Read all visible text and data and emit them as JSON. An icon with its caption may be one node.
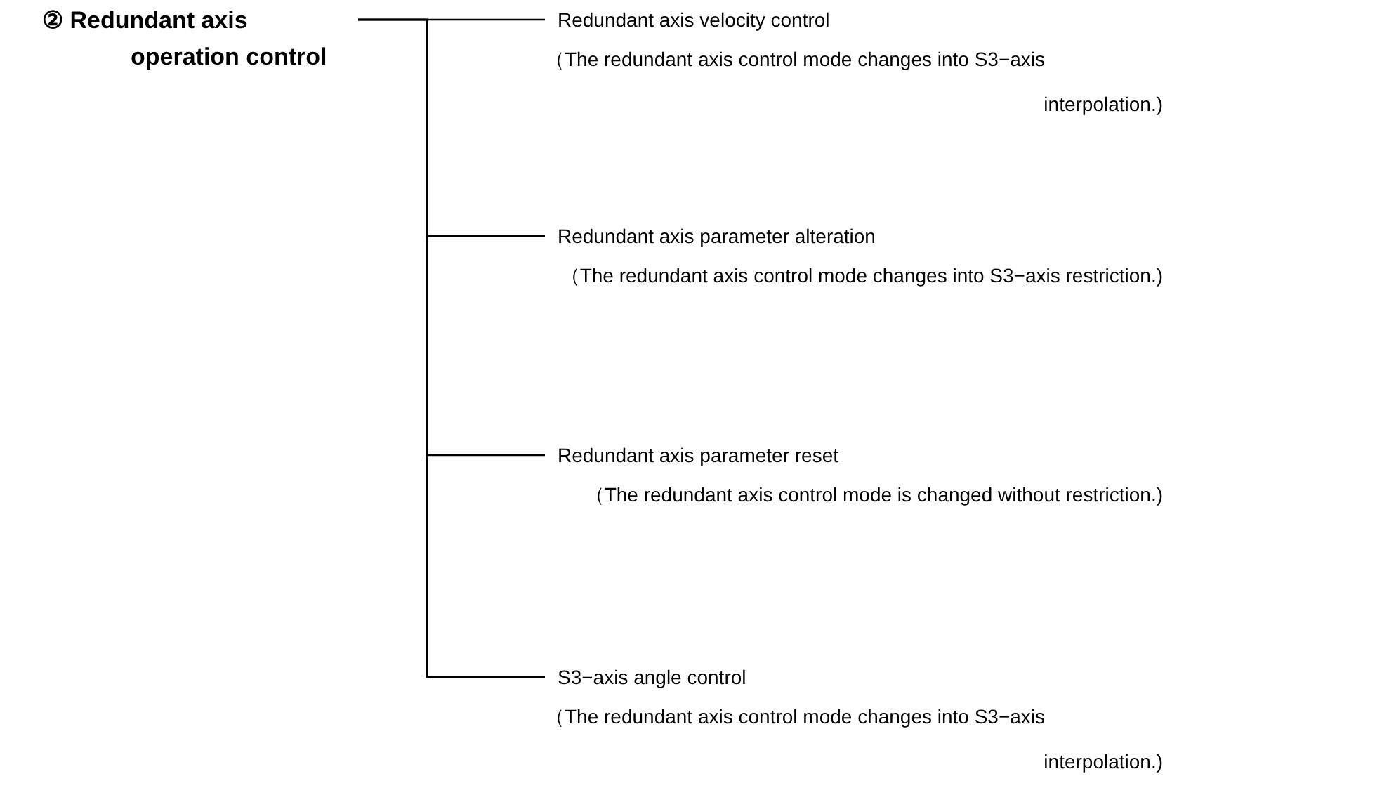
{
  "diagram": {
    "nodes": [
      {
        "text": [
          "② Redundant axis operation control"
        ]
      },
      {
        "text": [
          "Redundant axis velocity control",
          "（The redundant axis control mode changes into S3−axis interpolation.)"
        ]
      },
      {
        "text": [
          "Redundant axis parameter alteration",
          "（The redundant axis control mode changes into S3−axis restriction.)"
        ]
      },
      {
        "text": [
          "Redundant axis parameter reset",
          "（The redundant axis control mode is changed without restriction.)"
        ]
      },
      {
        "text": [
          "S3−axis angle control",
          "（The redundant axis control mode changes into S3−axis interpolation.)"
        ]
      }
    ],
    "edges": [
      {
        "from": 0,
        "to": 1,
        "arrow": "none"
      },
      {
        "from": 0,
        "to": 2,
        "arrow": "none"
      },
      {
        "from": 0,
        "to": 3,
        "arrow": "none"
      },
      {
        "from": 0,
        "to": 4,
        "arrow": "none"
      }
    ]
  }
}
